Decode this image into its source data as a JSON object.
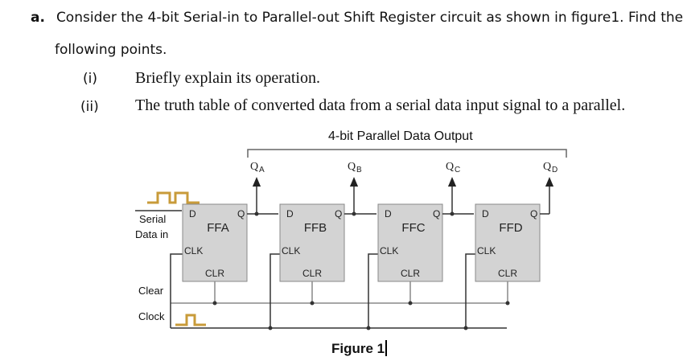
{
  "question": {
    "marker": "a.",
    "line1": "Consider the 4-bit Serial-in to Parallel-out Shift Register circuit as shown in figure1. Find the",
    "line2": "following points.",
    "items": [
      {
        "num": "(i)",
        "text": "Briefly explain its operation."
      },
      {
        "num": "(ii)",
        "text": "The truth table of  converted data from a serial data input signal to a parallel."
      }
    ]
  },
  "figure": {
    "bus_title": "4-bit Parallel Data Output",
    "serial_label_1": "Serial",
    "serial_label_2": "Data in",
    "clear_label": "Clear",
    "clock_label": "Clock",
    "caption": "Figure 1",
    "flipflops": [
      {
        "name": "FFA",
        "d": "D",
        "q": "Q",
        "clk": "CLK",
        "clr": "CLR",
        "out_main": "Q",
        "out_sub": "A"
      },
      {
        "name": "FFB",
        "d": "D",
        "q": "Q",
        "clk": "CLK",
        "clr": "CLR",
        "out_main": "Q",
        "out_sub": "B"
      },
      {
        "name": "FFC",
        "d": "D",
        "q": "Q",
        "clk": "CLK",
        "clr": "CLR",
        "out_main": "Q",
        "out_sub": "C"
      },
      {
        "name": "FFD",
        "d": "D",
        "q": "Q",
        "clk": "CLK",
        "clr": "CLR",
        "out_main": "Q",
        "out_sub": "D"
      }
    ],
    "colors": {
      "block_fill": "#d3d3d3",
      "wire": "#333333",
      "grey_wire": "#888888"
    }
  }
}
